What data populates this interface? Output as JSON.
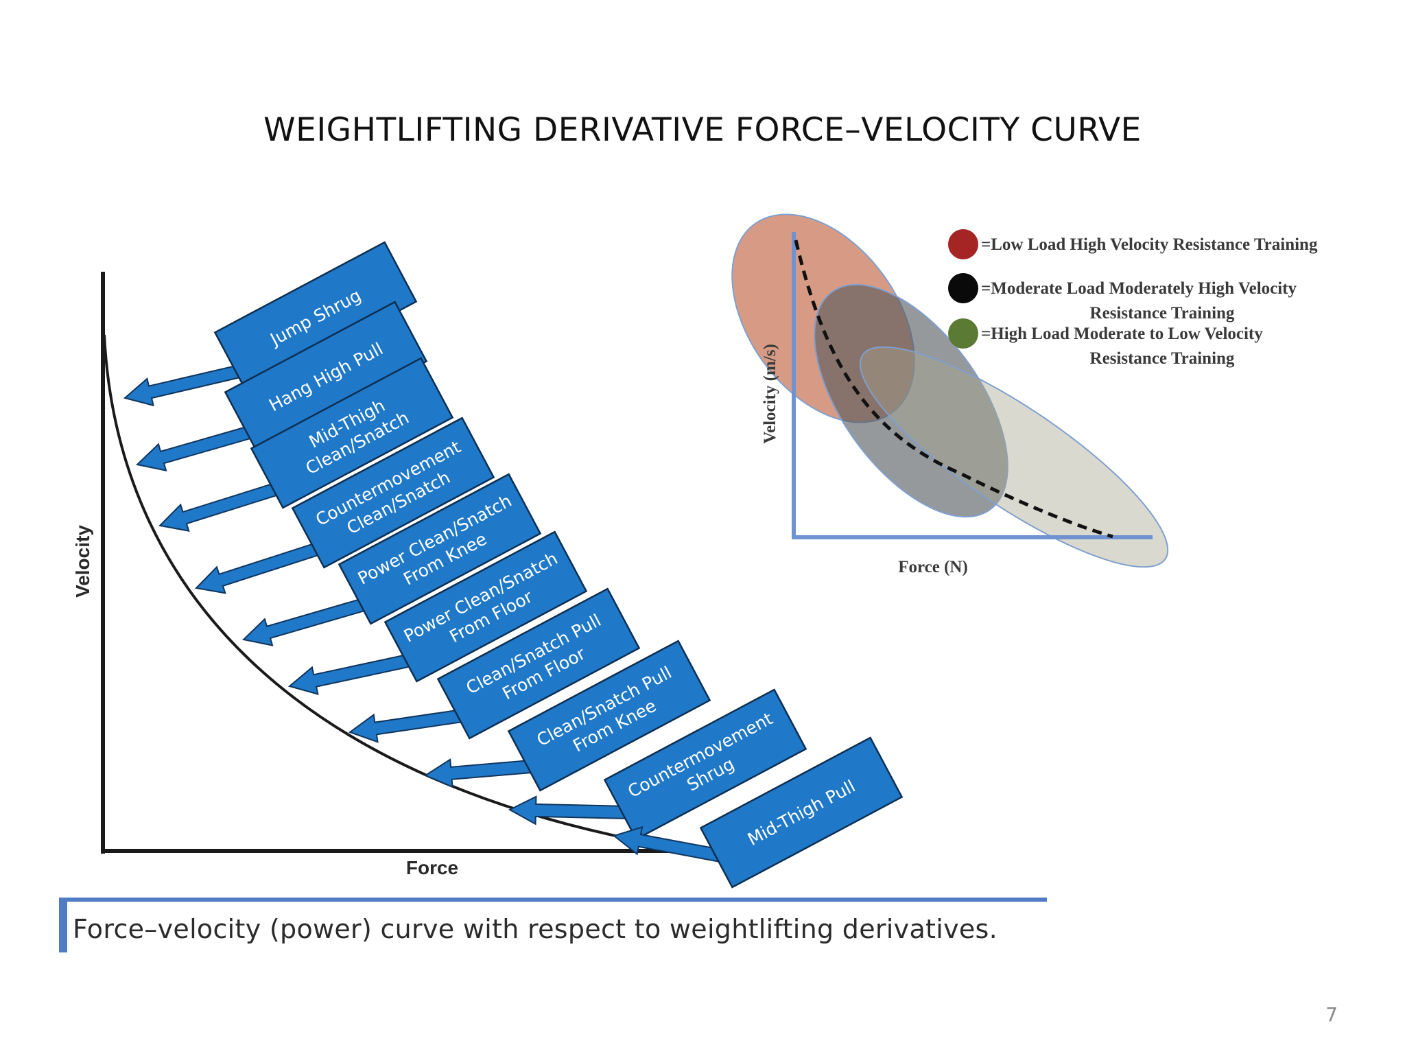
{
  "slide": {
    "title": "WEIGHTLIFTING DERIVATIVE FORCE–VELOCITY CURVE",
    "page_number": "7",
    "caption": "Force–velocity (power) curve with respect to weightlifting derivatives."
  },
  "left_diagram": {
    "x_axis_label": "Force",
    "y_axis_label": "Velocity",
    "box_color": "#1f78c8",
    "exercises": [
      {
        "lines": [
          "Jump Shrug"
        ]
      },
      {
        "lines": [
          "Hang High Pull"
        ]
      },
      {
        "lines": [
          "Mid-Thigh",
          "Clean/Snatch"
        ]
      },
      {
        "lines": [
          "Countermovement",
          "Clean/Snatch"
        ]
      },
      {
        "lines": [
          "Power Clean/Snatch",
          "From Knee"
        ]
      },
      {
        "lines": [
          "Power Clean/Snatch",
          "From Floor"
        ]
      },
      {
        "lines": [
          "Clean/Snatch Pull",
          "From Floor"
        ]
      },
      {
        "lines": [
          "Clean/Snatch Pull",
          "From Knee"
        ]
      },
      {
        "lines": [
          "Countermovement",
          "Shrug"
        ]
      },
      {
        "lines": [
          "Mid-Thigh Pull"
        ]
      }
    ]
  },
  "right_chart": {
    "x_axis_label": "Force (N)",
    "y_axis_label": "Velocity (m/s)",
    "legend": [
      {
        "color": "#a52424",
        "lines": [
          "=Low Load High Velocity Resistance Training"
        ]
      },
      {
        "color": "#0a0a0a",
        "lines": [
          "=Moderate Load Moderately High Velocity",
          "Resistance Training"
        ]
      },
      {
        "color": "#5b7a33",
        "lines": [
          "=High Load Moderate to Low Velocity",
          "Resistance Training"
        ]
      }
    ]
  }
}
